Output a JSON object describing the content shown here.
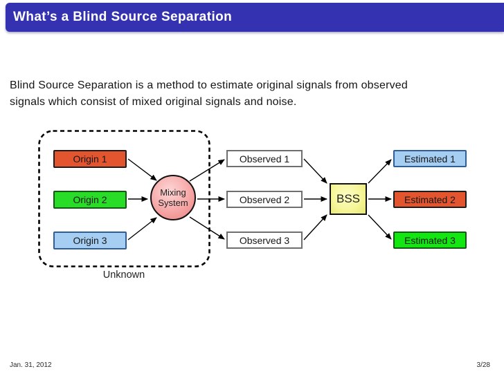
{
  "slide": {
    "title": "What’s a Blind Source Separation",
    "body": {
      "lines": [
        "Blind Source Separation is a method to estimate original signals from observed",
        "signals which consist of mixed original signals and noise."
      ]
    },
    "footer": {
      "date": "Jan. 31, 2012",
      "page": "3/28"
    }
  },
  "diagram": {
    "unknown_label": "Unknown",
    "mixing_system": {
      "line1": "Mixing",
      "line2": "System"
    },
    "bss_label": "BSS",
    "origins": [
      {
        "label": "Origin 1"
      },
      {
        "label": "Origin 2"
      },
      {
        "label": "Origin 3"
      }
    ],
    "observed": [
      {
        "label": "Observed 1"
      },
      {
        "label": "Observed 2"
      },
      {
        "label": "Observed 3"
      }
    ],
    "estimated": [
      {
        "label": "Estimated 1"
      },
      {
        "label": "Estimated 2"
      },
      {
        "label": "Estimated 3"
      }
    ]
  },
  "colors": {
    "title_bar": "#3432b0",
    "red_box": "#e2552f",
    "green_box": "#28dc28",
    "light_blue_box": "#a6cdf2",
    "mixing_pink": "#f8b0b0",
    "bss_yellow": "#f6f69a",
    "observed_border": "#6e6e6e",
    "blue_box_border": "#2e5e94",
    "arrow": "#000000"
  }
}
